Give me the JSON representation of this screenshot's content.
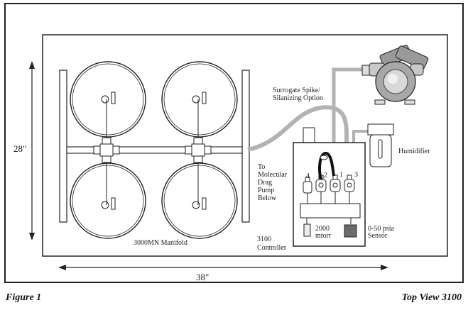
{
  "figure": {
    "caption_left": "Figure 1",
    "caption_right": "Top View 3100"
  },
  "dimensions": {
    "height": "28\"",
    "width": "38\""
  },
  "labels": {
    "surrogate_line1": "Surrogate Spike/",
    "surrogate_line2": "Silanizing Option",
    "humidifier": "Humidifier",
    "molecular_line1": "To",
    "molecular_line2": "Molecular",
    "molecular_line3": "Drag",
    "molecular_line4": "Pump",
    "molecular_line5": "Below",
    "manifold": "3000MN Manifold",
    "controller_line1": "3100",
    "controller_line2": "Controller",
    "gauge_line1": "2000",
    "gauge_line2": "mtorr",
    "sensor_line1": "0-50 psia",
    "sensor_line2": "Sensor"
  },
  "valves": [
    "4",
    "2",
    "1",
    "3"
  ],
  "colors": {
    "line": "#222222",
    "tube": "#b3b3b3",
    "gauge_fill": "#ececec",
    "sensor_fill": "#6b6b6b"
  }
}
